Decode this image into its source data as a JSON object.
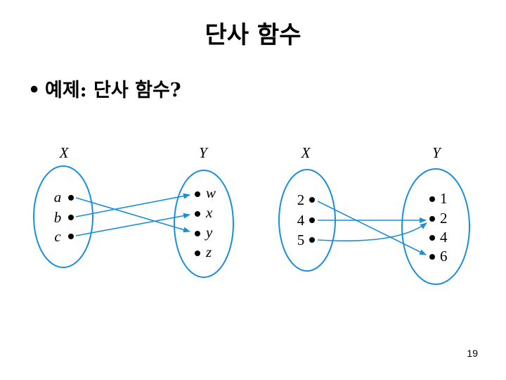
{
  "slide": {
    "title": "단사 함수",
    "bullet_marker": "•",
    "bullet_text": "예제: 단사 함수?",
    "page_number": "19"
  },
  "diagram1": {
    "domain_label": "X",
    "codomain_label": "Y",
    "domain": [
      "a",
      "b",
      "c"
    ],
    "codomain": [
      "w",
      "x",
      "y",
      "z"
    ]
  },
  "diagram2": {
    "domain_label": "X",
    "codomain_label": "Y",
    "domain": [
      "2",
      "4",
      "5"
    ],
    "codomain": [
      "1",
      "2",
      "4",
      "6"
    ]
  },
  "colors": {
    "arrow": "#1a8fd8",
    "ellipse": "#1a8fd8"
  }
}
